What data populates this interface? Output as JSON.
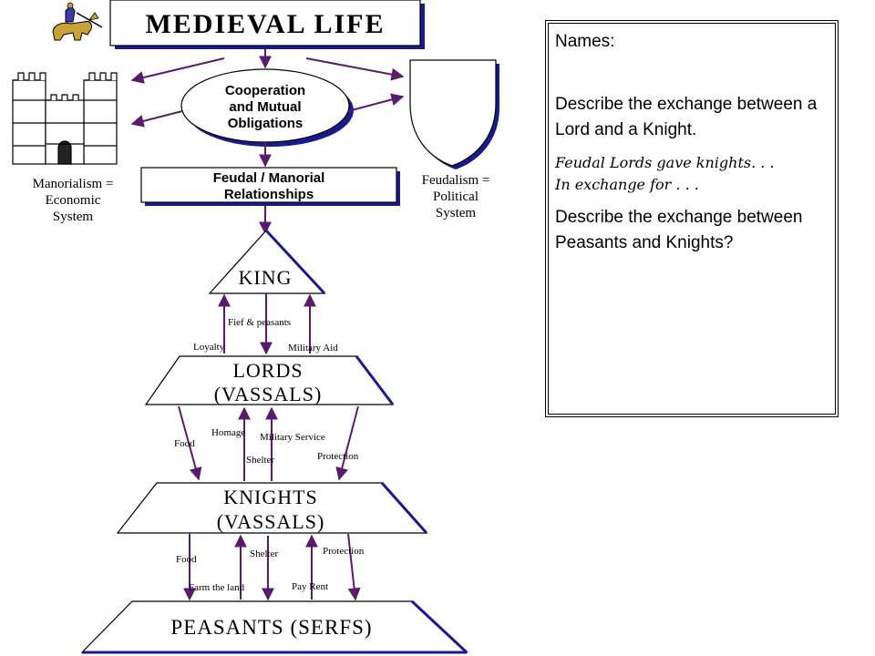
{
  "diagram": {
    "title": "MEDIEVAL LIFE",
    "center": [
      "Cooperation",
      "and Mutual",
      "Obligations"
    ],
    "feudal_box": [
      "Feudal / Manorial",
      "Relationships"
    ],
    "manorialism": [
      "Manorialism =",
      "Economic",
      "System"
    ],
    "feudalism": [
      "Feudalism =",
      "Political",
      "System"
    ],
    "levels": {
      "king": "KING",
      "lords": [
        "LORDS",
        "(VASSALS)"
      ],
      "knights": [
        "KNIGHTS",
        "(VASSALS)"
      ],
      "peasants": "PEASANTS (SERFS)"
    },
    "labels": {
      "fief_peasants": "Fief & peasants",
      "loyalty": "Loyalty",
      "military_aid": "Military Aid",
      "food_1": "Food",
      "homage": "Homage",
      "military_service": "Military Service",
      "shelter_1": "Shelter",
      "protection_1": "Protection",
      "food_2": "Food",
      "shelter_2": "Shelter",
      "protection_2": "Protection",
      "farm_land": "Farm the land",
      "pay_rent": "Pay Rent"
    },
    "colors": {
      "arrow": "#5a1a6e",
      "box_fill": "#1a1a8c",
      "ink": "#000000"
    }
  },
  "panel": {
    "names": "Names:",
    "q1": "Describe the exchange between a Lord and a Knight.",
    "hint_1": "Feudal Lords gave knights. . .",
    "hint_2": "In exchange for . . .",
    "q2": "Describe the exchange between Peasants and Knights?"
  }
}
